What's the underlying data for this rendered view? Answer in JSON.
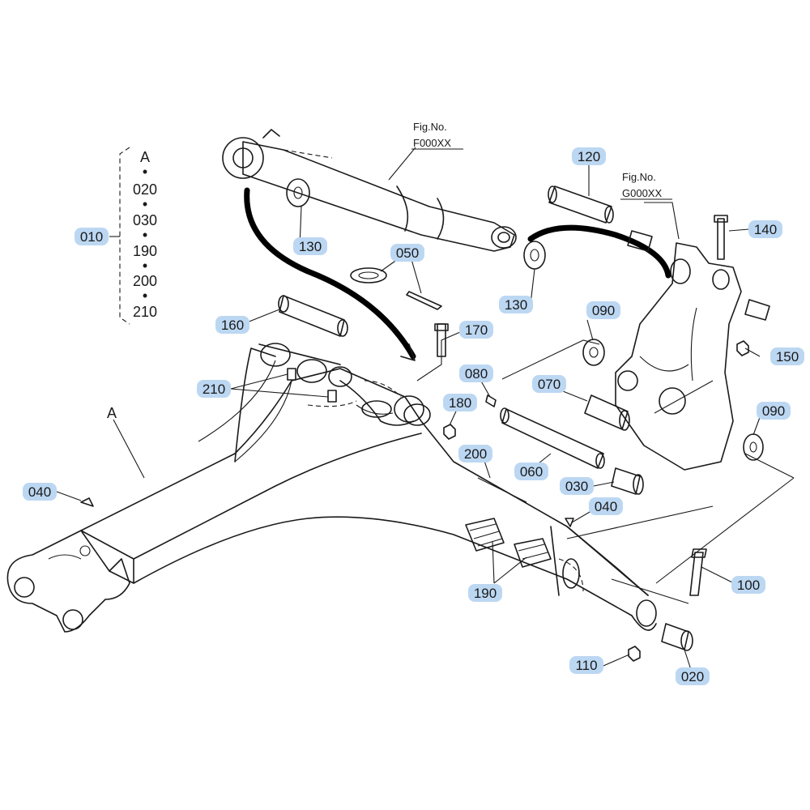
{
  "colors": {
    "callout_fill": "#bcd7f2",
    "ink": "#1a1a1a",
    "background": "#ffffff"
  },
  "fig_refs": {
    "cylinder": {
      "line1": "Fig.No.",
      "line2": "F000XX"
    },
    "swing_bracket": {
      "line1": "Fig.No.",
      "line2": "G000XX"
    }
  },
  "group": {
    "callout": "010",
    "items": [
      "A",
      "020",
      "030",
      "190",
      "200",
      "210"
    ],
    "separator": "•"
  },
  "boom_label": "A",
  "callouts": {
    "c010": "010",
    "c020": "020",
    "c030": "030",
    "c040a": "040",
    "c040b": "040",
    "c050": "050",
    "c060": "060",
    "c070": "070",
    "c080": "080",
    "c090a": "090",
    "c090b": "090",
    "c100": "100",
    "c110": "110",
    "c120": "120",
    "c130a": "130",
    "c130b": "130",
    "c140": "140",
    "c150": "150",
    "c160": "160",
    "c170": "170",
    "c180": "180",
    "c190": "190",
    "c200": "200",
    "c210": "210"
  }
}
